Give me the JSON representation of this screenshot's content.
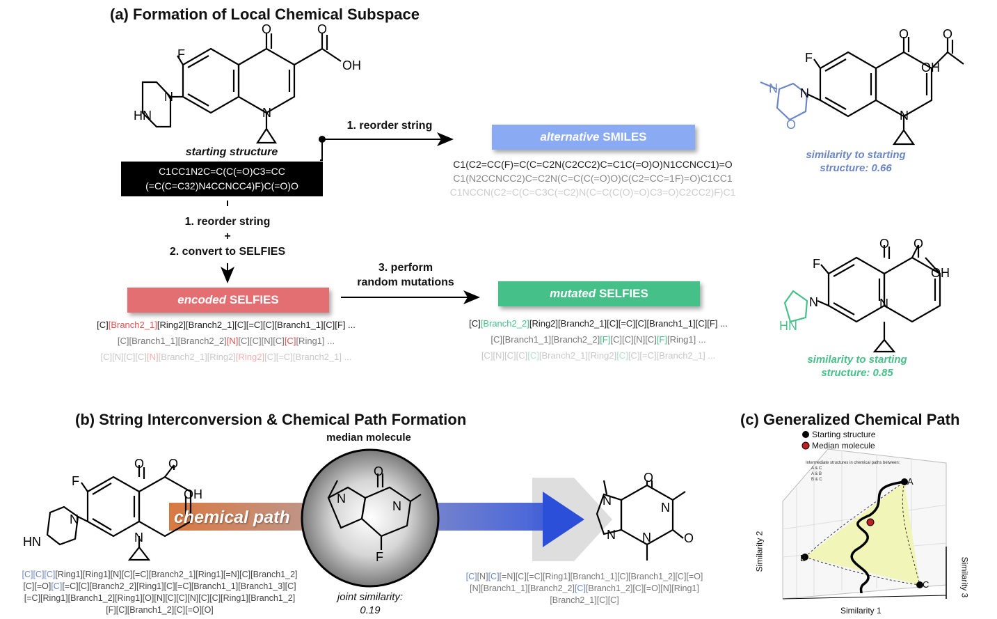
{
  "panel_a": {
    "title": "(a) Formation of Local Chemical Subspace",
    "starting_label": "starting structure",
    "starting_smiles": [
      "C1CC1N2C=C(C(=O)C3=CC",
      "(=C(C=C32)N4CCNCC4)F)C(=O)O"
    ],
    "arrow_right_label": "1. reorder string",
    "alt_box": {
      "italic": "alternative",
      "rest": " SMILES",
      "color": "#8aaaf4"
    },
    "alt_smiles": [
      "C1(C2=CC(F)=C(C=C2N(C2CC2)C=C1C(=O)O)N1CCNCC1)=O",
      "C1(N2CCNCC2)C=C2N(C=C(C(=O)O)C(C2=CC=1F)=O)C1CC1",
      "C1NCCN(C2=C(C=C3C(=C2)N(C=C(C(O)=O)C3=O)C2CC2)F)C1"
    ],
    "down_label_1": "1. reorder string",
    "down_plus": "+",
    "down_label_2": "2. convert to SELFIES",
    "encoded_box": {
      "italic": "encoded",
      "rest": " SELFIES",
      "color": "#e46f73"
    },
    "mutation_label": [
      "3. perform",
      "random mutations"
    ],
    "mutated_box": {
      "italic": "mutated",
      "rest": " SELFIES",
      "color": "#46c089"
    },
    "encoded_lines": [
      [
        [
          "[C]",
          "n"
        ],
        [
          "[Branch2_1]",
          "r"
        ],
        [
          "[Ring2][Branch2_1][C][=C][C][Branch1_1][C][F] ...",
          "n"
        ]
      ],
      [
        [
          "[C][Branch1_1][Branch2_2]",
          "n"
        ],
        [
          "[N]",
          "r"
        ],
        [
          "[C][C][N][C]",
          "n"
        ],
        [
          "[C]",
          "r"
        ],
        [
          "[Ring1] ...",
          "n"
        ]
      ],
      [
        [
          "[C][N][C][C]",
          "n"
        ],
        [
          "[N]",
          "r"
        ],
        [
          "[Branch2_1][Ring2]",
          "n"
        ],
        [
          "[Ring2]",
          "r"
        ],
        [
          "[C][=C][Branch2_1] ...",
          "n"
        ]
      ]
    ],
    "mutated_lines": [
      [
        [
          "[C]",
          "n"
        ],
        [
          "[Branch2_2]",
          "g"
        ],
        [
          "[Ring2][Branch2_1][C][=C][C][Branch1_1][C][F] ...",
          "n"
        ]
      ],
      [
        [
          "[C][Branch1_1][Branch2_2]",
          "n"
        ],
        [
          "[F]",
          "g"
        ],
        [
          "[C][C][N][C]",
          "n"
        ],
        [
          "[F]",
          "g"
        ],
        [
          "[Ring1] ...",
          "n"
        ]
      ],
      [
        [
          "[C][N][C][C]",
          "n"
        ],
        [
          "[C]",
          "g"
        ],
        [
          "[Branch2_1][Ring2]",
          "n"
        ],
        [
          "[C]",
          "g"
        ],
        [
          "[C][=C][Branch2_1] ...",
          "n"
        ]
      ]
    ],
    "sim_top": [
      "similarity to starting",
      "structure: 0.66"
    ],
    "sim_bottom": [
      "similarity to starting",
      "structure: 0.85"
    ],
    "colors": {
      "blue": "#6b86c4",
      "red": "#e05050",
      "green": "#46c089"
    }
  },
  "panel_b": {
    "title": "(b) String Interconversion & Chemical Path Formation",
    "median_label": "median molecule",
    "path_label": "chemical path",
    "joint_similarity": [
      "joint similarity:",
      "0.19"
    ],
    "left_selfies": [
      [
        [
          "[C][C][C]",
          "b"
        ],
        [
          "[Ring1][Ring1][N][C][=C][Branch2_1][Ring1][=N][C][Branch1_2]",
          "n"
        ]
      ],
      [
        [
          "[C][=O]",
          "n"
        ],
        [
          "[C]",
          "b"
        ],
        [
          "[=C][C][Branch2_2][Ring1][C][=C][Branch1_1][Branch1_3][C]",
          "n"
        ]
      ],
      [
        [
          "[=C][Ring1][Branch1_2][Ring1][O][N][C][C][N][C][C][Ring1][Branch1_2]",
          "n"
        ]
      ],
      [
        [
          "[F][C][Branch1_2][C][=O][O]",
          "n"
        ]
      ]
    ],
    "right_selfies": [
      [
        [
          "[C]",
          "b"
        ],
        [
          "[N]",
          "n"
        ],
        [
          "[C]",
          "b"
        ],
        [
          "[=N][C][=C][Ring1][Branch1_1][C][Branch1_2][C][=O]",
          "n"
        ]
      ],
      [
        [
          "[N][Branch1_1][Branch2_2]",
          "n"
        ],
        [
          "[C]",
          "b"
        ],
        [
          "[Branch1_2][C][=O][N][Ring1]",
          "n"
        ]
      ],
      [
        [
          "[Branch2_1][C][C]",
          "n"
        ]
      ]
    ]
  },
  "panel_c": {
    "title": "(c) Generalized Chemical Path",
    "legend": [
      "Starting structure",
      "Median molecule"
    ],
    "mini_legend_title": "Intermediate structures in chemical paths between:",
    "mini_legend": [
      "A & C",
      "A & B",
      "B & C"
    ],
    "axis_x": "Similarity 1",
    "axis_y": "Similarity 2",
    "axis_z": "Similarity 3",
    "points": [
      "A",
      "B",
      "C"
    ]
  }
}
